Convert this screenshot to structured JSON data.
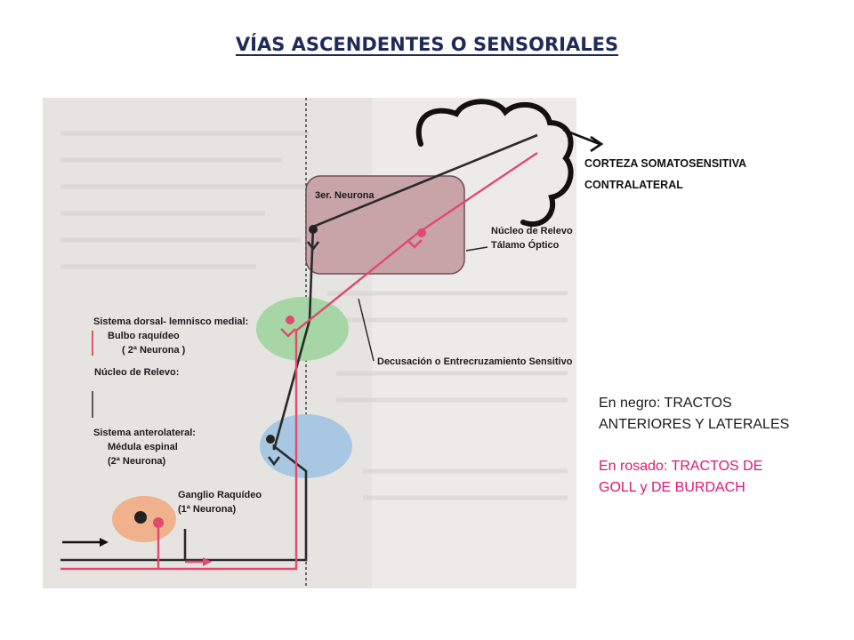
{
  "title": "VÍAS ASCENDENTES O SENSORIALES",
  "cortex_label": [
    "CORTEZA SOMATOSENSITIVA",
    "CONTRALATERAL"
  ],
  "figure_labels": {
    "third_neuron": "3er. Neurona",
    "relay_nucleus_top": "Núcleo de Relevo",
    "thalamus": "Tálamo Óptico",
    "dorsal_system": "Sistema dorsal- lemnisco medial:",
    "medulla": "Bulbo raquídeo",
    "second_neuron_a": "( 2ª Neurona )",
    "relay_nucleus_left": "Núcleo de Relevo:",
    "decussation": "Decusación o Entrecruzamiento Sensitivo",
    "anterolateral_system": "Sistema  anterolateral:",
    "spinal_cord": "Médula espinal",
    "second_neuron_b": "(2ª Neurona)",
    "ganglion": "Ganglio Raquídeo",
    "first_neuron": "(1ª Neurona)"
  },
  "legend": {
    "black_lines": [
      "En negro: TRACTOS",
      "ANTERIORES Y LATERALES"
    ],
    "pink_lines": [
      "En rosado: TRACTOS DE",
      "GOLL y DE BURDACH"
    ]
  },
  "colors": {
    "title": "#1f2a5a",
    "black_tract": "#2a2a2a",
    "pink_tract": "#e04a6f",
    "pink_text": "#e0176d",
    "thalamus_fill": "#c8a3a8",
    "medulla_fill": "#a6d6a6",
    "spinal_fill": "#a8c7e3",
    "ganglion_fill": "#f0b28c"
  }
}
